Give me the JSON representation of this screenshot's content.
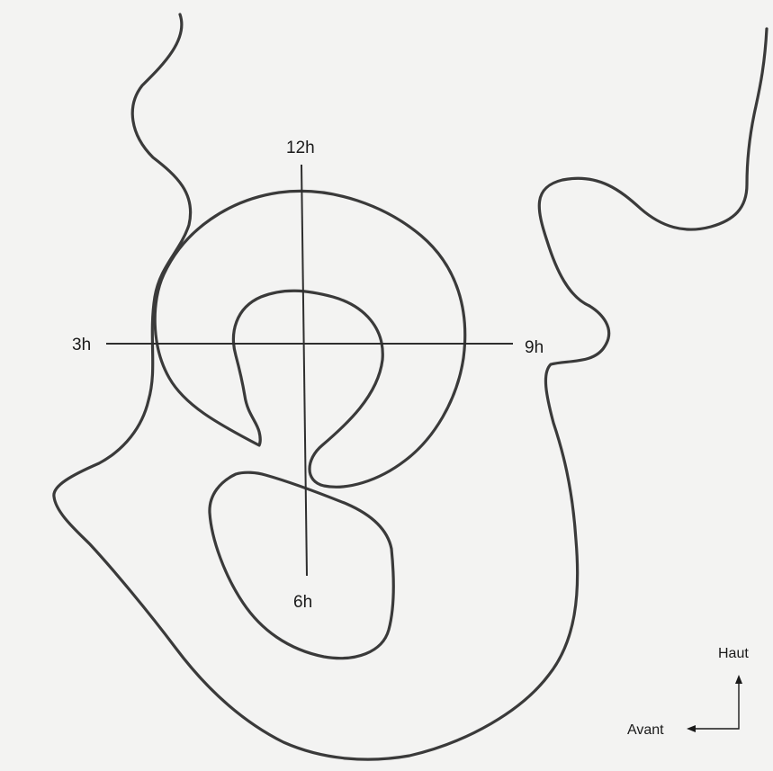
{
  "labels": {
    "top": "12h",
    "left": "3h",
    "right": "9h",
    "bottom": "6h"
  },
  "orientation": {
    "up": "Haut",
    "forward": "Avant"
  }
}
